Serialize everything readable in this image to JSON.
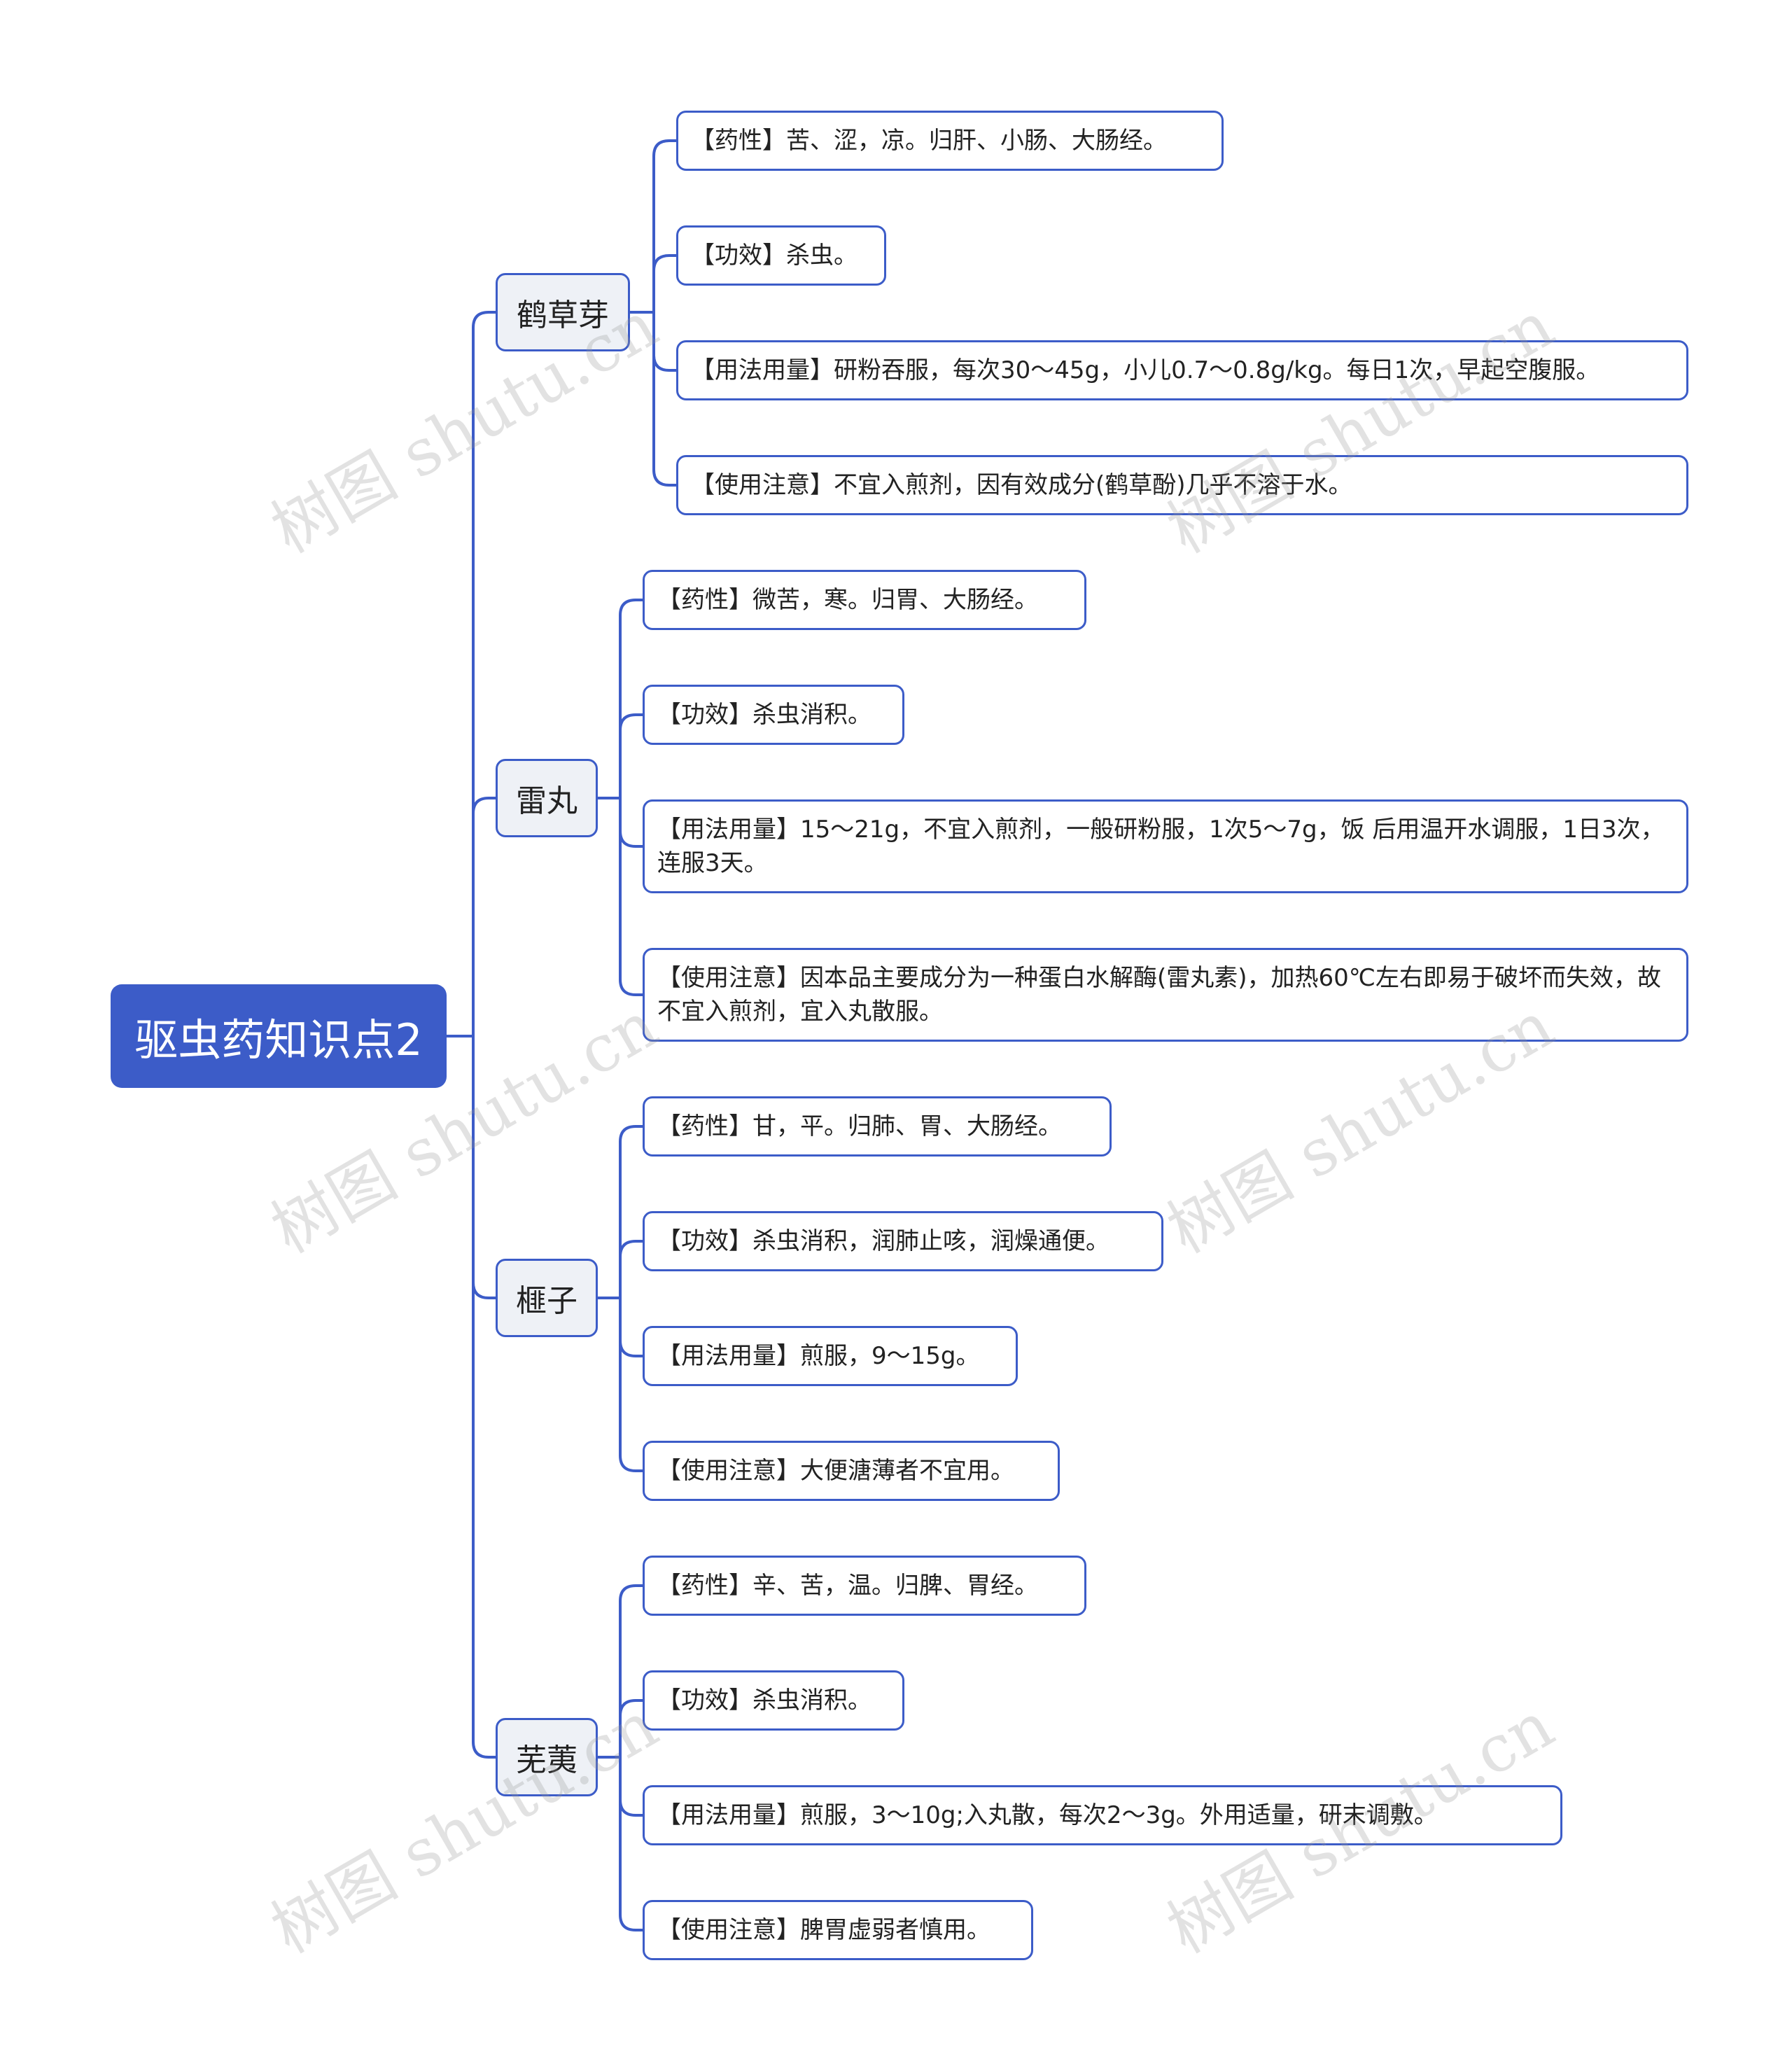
{
  "root": {
    "title": "驱虫药知识点2"
  },
  "branches": [
    {
      "label": "鹤草芽",
      "items": [
        "【药性】苦、涩，凉。归肝、小肠、大肠经。",
        "【功效】杀虫。",
        "【用法用量】研粉吞服，每次30～45g，小儿0.7～0.8g/kg。每日1次，早起空腹服。",
        "【使用注意】不宜入煎剂，因有效成分(鹤草酚)几乎不溶于水。"
      ]
    },
    {
      "label": "雷丸",
      "items": [
        "【药性】微苦，寒。归胃、大肠经。",
        "【功效】杀虫消积。",
        "【用法用量】15～21g，不宜入煎剂，一般研粉服，1次5～7g，饭 后用温开水调服，1日3次，连服3天。",
        "【使用注意】因本品主要成分为一种蛋白水解酶(雷丸素)，加热60℃左右即易于破坏而失效，故不宜入煎剂，宜入丸散服。"
      ]
    },
    {
      "label": "榧子",
      "items": [
        "【药性】甘，平。归肺、胃、大肠经。",
        "【功效】杀虫消积，润肺止咳，润燥通便。",
        "【用法用量】煎服，9～15g。",
        "【使用注意】大便溏薄者不宜用。"
      ]
    },
    {
      "label": "芜荑",
      "items": [
        "【药性】辛、苦，温。归脾、胃经。",
        "【功效】杀虫消积。",
        "【用法用量】煎服，3～10g;入丸散，每次2～3g。外用适量，研末调敷。",
        "【使用注意】脾胃虚弱者慎用。"
      ]
    }
  ],
  "watermark": "树图 shutu.cn",
  "colors": {
    "accent": "#3c5cc8",
    "branch_bg": "#eef1f6",
    "text": "#222222"
  }
}
